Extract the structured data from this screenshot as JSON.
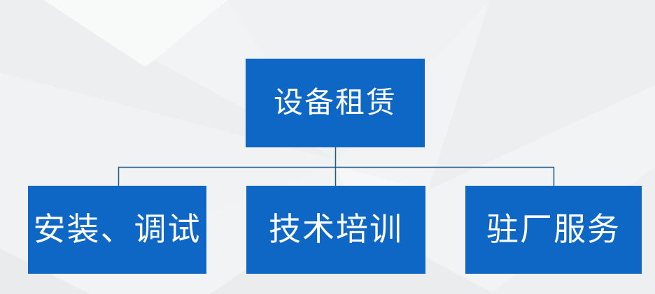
{
  "diagram": {
    "type": "org-chart",
    "root": {
      "label": "设备租赁"
    },
    "children": [
      {
        "label": "安装、调试"
      },
      {
        "label": "技术培训"
      },
      {
        "label": "驻厂服务"
      }
    ]
  },
  "colors": {
    "box_fill": "#0E67C4",
    "box_text": "#FFFFFF",
    "connector": "#1F5A86",
    "background": "#F2F3F4"
  }
}
